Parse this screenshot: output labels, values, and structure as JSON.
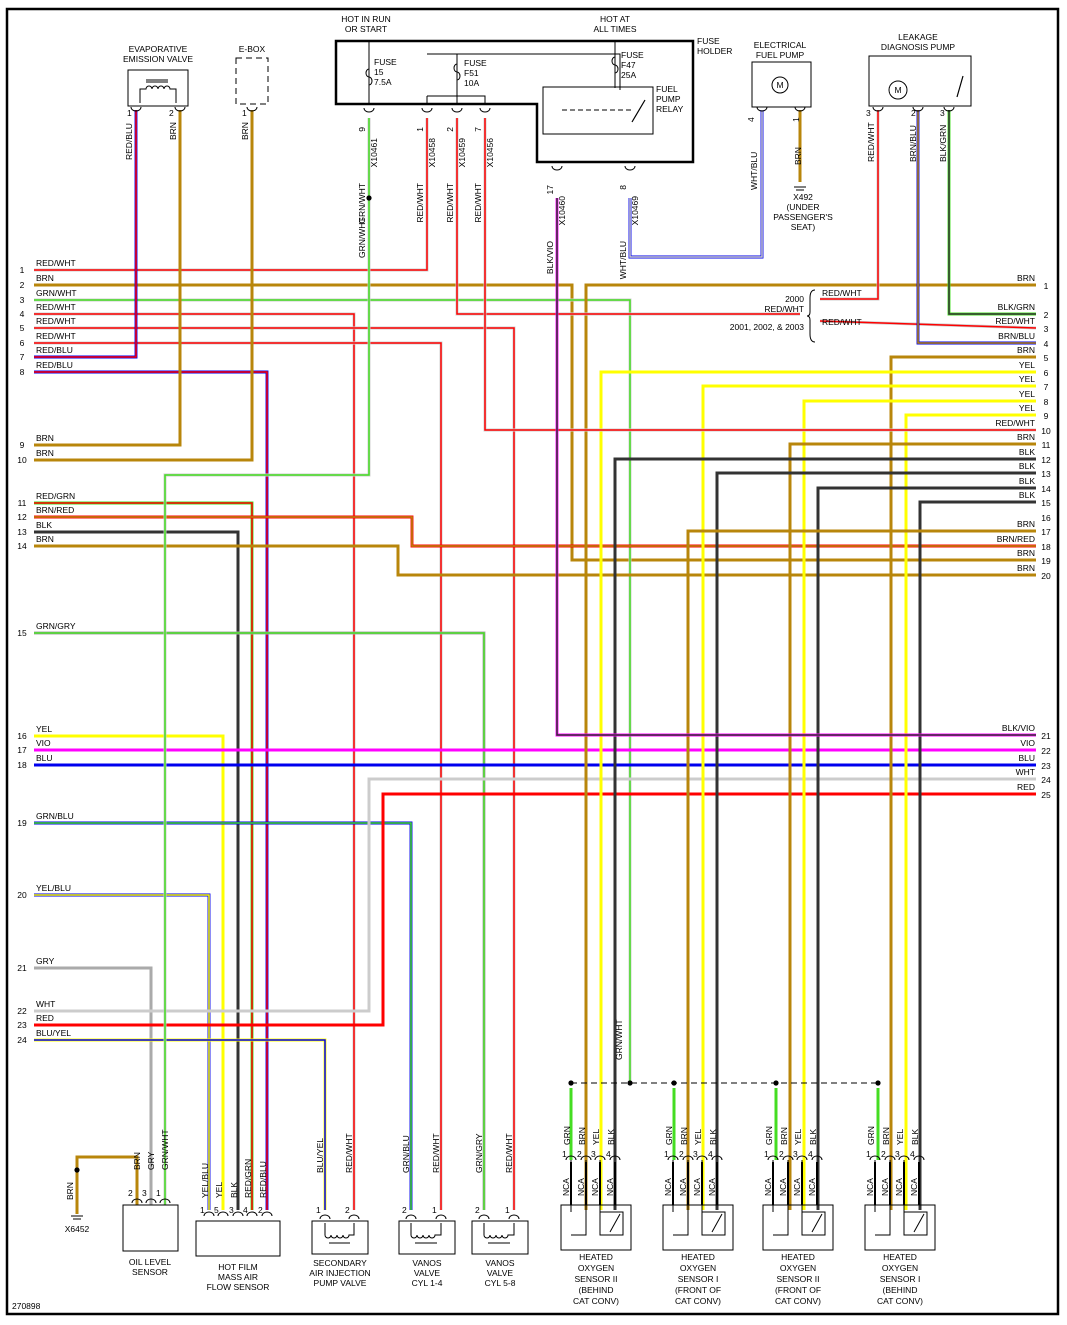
{
  "diagram_id": "270898",
  "colors": {
    "RED": "#ff0000",
    "BRN": "#b8860b",
    "GRN": "#44dd22",
    "BLU": "#0000ee",
    "YEL": "#ffff00",
    "BLK": "#333333",
    "WHT": "#cccccc",
    "GRY": "#aaaaaa",
    "VIO": "#ff00ff"
  },
  "power": {
    "hot_run": "HOT IN RUN\nOR START",
    "hot_always": "HOT AT\nALL TIMES",
    "fuse_holder": "FUSE\nHOLDER",
    "fuse15": "FUSE\n15\n7.5A",
    "fuse51": "FUSE\nF51\n10A",
    "fuse47": "FUSE\nF47\n25A",
    "relay": "FUEL\nPUMP\nRELAY",
    "pins": [
      {
        "pin": "9",
        "conn": "X10461",
        "wire": "GRN/WHT"
      },
      {
        "pin": "1",
        "conn": "X10458",
        "wire": "RED/WHT"
      },
      {
        "pin": "2",
        "conn": "X10459",
        "wire": "RED/WHT"
      },
      {
        "pin": "7",
        "conn": "X10456",
        "wire": "RED/WHT"
      },
      {
        "pin": "17",
        "conn": "X10460",
        "wire": "BLK/VIO"
      },
      {
        "pin": "8",
        "conn": "X10469",
        "wire": "WHT/BLU"
      }
    ],
    "splice_wire": "GRN/WHT"
  },
  "components_top": {
    "evap": {
      "name": "EVAPORATIVE\nEMISSION VALVE",
      "pins": [
        {
          "pin": "1",
          "wire": "RED/BLU"
        },
        {
          "pin": "2",
          "wire": "BRN"
        }
      ]
    },
    "ebox": {
      "name": "E-BOX",
      "pins": [
        {
          "pin": "1",
          "wire": "BRN"
        }
      ]
    },
    "fuel_pump": {
      "name": "ELECTRICAL\nFUEL PUMP",
      "pins": [
        {
          "pin": "4",
          "wire": "WHT/BLU"
        },
        {
          "pin": "1",
          "wire": "BRN"
        }
      ],
      "ground": "X492\n(UNDER\nPASSENGER'S\nSEAT)"
    },
    "leak_pump": {
      "name": "LEAKAGE\nDIAGNOSIS PUMP",
      "pins": [
        {
          "pin": "3",
          "wire": "RED/WHT"
        },
        {
          "pin": "2",
          "wire": "BRN/BLU"
        },
        {
          "pin": "3",
          "wire": "BLK/GRN"
        }
      ]
    }
  },
  "year_note": {
    "y2000": "2000\nRED/WHT",
    "y2001": "2001, 2002, & 2003",
    "wire_a": "RED/WHT",
    "wire_b": "RED/WHT"
  },
  "left_pins": [
    {
      "n": "1",
      "wire": "RED/WHT"
    },
    {
      "n": "2",
      "wire": "BRN"
    },
    {
      "n": "3",
      "wire": "GRN/WHT"
    },
    {
      "n": "4",
      "wire": "RED/WHT"
    },
    {
      "n": "5",
      "wire": "RED/WHT"
    },
    {
      "n": "6",
      "wire": "RED/WHT"
    },
    {
      "n": "7",
      "wire": "RED/BLU"
    },
    {
      "n": "8",
      "wire": "RED/BLU"
    },
    {
      "n": "9",
      "wire": "BRN"
    },
    {
      "n": "10",
      "wire": "BRN"
    },
    {
      "n": "11",
      "wire": "RED/GRN"
    },
    {
      "n": "12",
      "wire": "BRN/RED"
    },
    {
      "n": "13",
      "wire": "BLK"
    },
    {
      "n": "14",
      "wire": "BRN"
    },
    {
      "n": "15",
      "wire": "GRN/GRY"
    },
    {
      "n": "16",
      "wire": "YEL"
    },
    {
      "n": "17",
      "wire": "VIO"
    },
    {
      "n": "18",
      "wire": "BLU"
    },
    {
      "n": "19",
      "wire": "GRN/BLU"
    },
    {
      "n": "20",
      "wire": "YEL/BLU"
    },
    {
      "n": "21",
      "wire": "GRY"
    },
    {
      "n": "22",
      "wire": "WHT"
    },
    {
      "n": "23",
      "wire": "RED"
    },
    {
      "n": "24",
      "wire": "BLU/YEL"
    }
  ],
  "right_pins": [
    {
      "n": "1",
      "wire": "BRN"
    },
    {
      "n": "2",
      "wire": "BLK/GRN"
    },
    {
      "n": "3",
      "wire": "RED/WHT"
    },
    {
      "n": "4",
      "wire": "BRN/BLU"
    },
    {
      "n": "5",
      "wire": "BRN"
    },
    {
      "n": "6",
      "wire": "YEL"
    },
    {
      "n": "7",
      "wire": "YEL"
    },
    {
      "n": "8",
      "wire": "YEL"
    },
    {
      "n": "9",
      "wire": "YEL"
    },
    {
      "n": "10",
      "wire": "RED/WHT"
    },
    {
      "n": "11",
      "wire": "BRN"
    },
    {
      "n": "12",
      "wire": "BLK"
    },
    {
      "n": "13",
      "wire": "BLK"
    },
    {
      "n": "14",
      "wire": "BLK"
    },
    {
      "n": "15",
      "wire": "BLK"
    },
    {
      "n": "16",
      "wire": ""
    },
    {
      "n": "17",
      "wire": "BRN"
    },
    {
      "n": "18",
      "wire": "BRN/RED"
    },
    {
      "n": "19",
      "wire": "BRN"
    },
    {
      "n": "20",
      "wire": "BRN"
    },
    {
      "n": "21",
      "wire": "BLK/VIO"
    },
    {
      "n": "22",
      "wire": "VIO"
    },
    {
      "n": "23",
      "wire": "BLU"
    },
    {
      "n": "24",
      "wire": "WHT"
    },
    {
      "n": "25",
      "wire": "RED"
    }
  ],
  "components_bottom": {
    "ground_x6452": {
      "label": "X6452",
      "wire": "BRN"
    },
    "oil": {
      "name": "OIL LEVEL\nSENSOR",
      "pins": [
        {
          "pin": "2",
          "wire": "BRN"
        },
        {
          "pin": "3",
          "wire": "GRY"
        },
        {
          "pin": "1",
          "wire": "GRN/WHT"
        }
      ]
    },
    "maf": {
      "name": "HOT FILM\nMASS AIR\nFLOW SENSOR",
      "pins": [
        {
          "pin": "1",
          "wire": "YEL/BLU"
        },
        {
          "pin": "5",
          "wire": "YEL"
        },
        {
          "pin": "3",
          "wire": "BLK"
        },
        {
          "pin": "4",
          "wire": "RED/GRN"
        },
        {
          "pin": "2",
          "wire": "RED/BLU"
        }
      ]
    },
    "sec_air": {
      "name": "SECONDARY\nAIR INJECTION\nPUMP VALVE",
      "pins": [
        {
          "pin": "1",
          "wire": "BLU/YEL"
        },
        {
          "pin": "2",
          "wire": "RED/WHT"
        }
      ]
    },
    "vanos14": {
      "name": "VANOS\nVALVE\nCYL 1-4",
      "pins": [
        {
          "pin": "2",
          "wire": "GRN/BLU"
        },
        {
          "pin": "1",
          "wire": "RED/WHT"
        }
      ]
    },
    "vanos58": {
      "name": "VANOS\nVALVE\nCYL 5-8",
      "pins": [
        {
          "pin": "2",
          "wire": "GRN/GRY"
        },
        {
          "pin": "1",
          "wire": "RED/WHT"
        }
      ]
    },
    "o2_sensors": [
      {
        "name": "HEATED\nOXYGEN\nSENSOR II\n(BEHIND\nCAT CONV)"
      },
      {
        "name": "HEATED\nOXYGEN\nSENSOR I\n(FRONT OF\nCAT CONV)"
      },
      {
        "name": "HEATED\nOXYGEN\nSENSOR II\n(FRONT OF\nCAT CONV)"
      },
      {
        "name": "HEATED\nOXYGEN\nSENSOR I\n(BEHIND\nCAT CONV)"
      }
    ],
    "o2_pins": [
      {
        "pin": "1",
        "wire": "GRN"
      },
      {
        "pin": "2",
        "wire": "BRN"
      },
      {
        "pin": "3",
        "wire": "YEL"
      },
      {
        "pin": "4",
        "wire": "BLK"
      }
    ],
    "nca": "NCA"
  }
}
